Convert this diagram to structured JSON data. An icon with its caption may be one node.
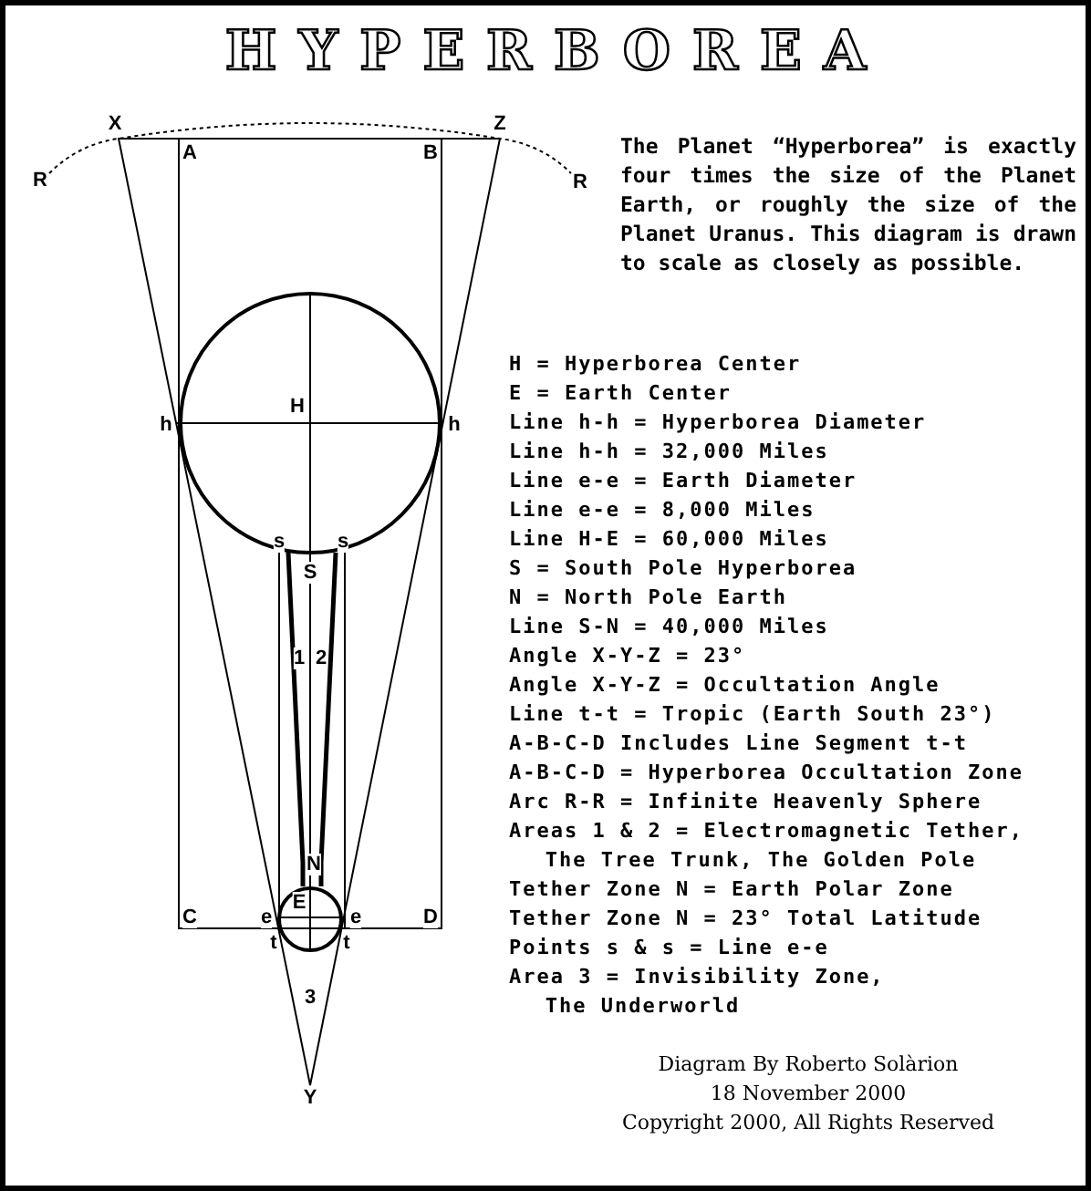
{
  "diagram": {
    "title": "HYPERBOREA",
    "nodes": [
      {
        "text": [
          "H"
        ]
      },
      {
        "text": [
          "E"
        ]
      }
    ],
    "labels": [
      "X",
      "Z",
      "A",
      "B",
      "R",
      "R",
      "h",
      "h",
      "s",
      "s",
      "S",
      "1",
      "2",
      "N",
      "C",
      "e",
      "e",
      "D",
      "t",
      "t",
      "3",
      "Y",
      "The Planet “Hyperborea” is exactly four times the size of the Planet Earth, or roughly the size of the Planet Uranus. This diagram is drawn to scale as closely as possible.",
      "H = Hyperborea Center",
      "E = Earth Center",
      "Line h-h = Hyperborea Diameter",
      "Line h-h = 32,000 Miles",
      "Line e-e = Earth Diameter",
      "Line e-e = 8,000 Miles",
      "Line H-E = 60,000 Miles",
      "S = South Pole Hyperborea",
      "N = North Pole Earth",
      "Line S-N = 40,000 Miles",
      "Angle X-Y-Z = 23°",
      "Angle X-Y-Z = Occultation Angle",
      "Line t-t = Tropic (Earth South 23°)",
      "A-B-C-D Includes Line Segment t-t",
      "A-B-C-D = Hyperborea Occultation Zone",
      "Arc R-R = Infinite Heavenly Sphere",
      "Areas 1 & 2 = Electromagnetic Tether, The Tree Trunk, The Golden Pole",
      "Tether Zone N = Earth Polar Zone",
      "Tether Zone N = 23° Total Latitude",
      "Points s & s = Line e-e",
      "Area 3 = Invisibility Zone, The Underworld",
      "Diagram By Roberto Solàrion",
      "18 November 2000",
      "Copyright 2000, All Rights Reserved"
    ]
  }
}
